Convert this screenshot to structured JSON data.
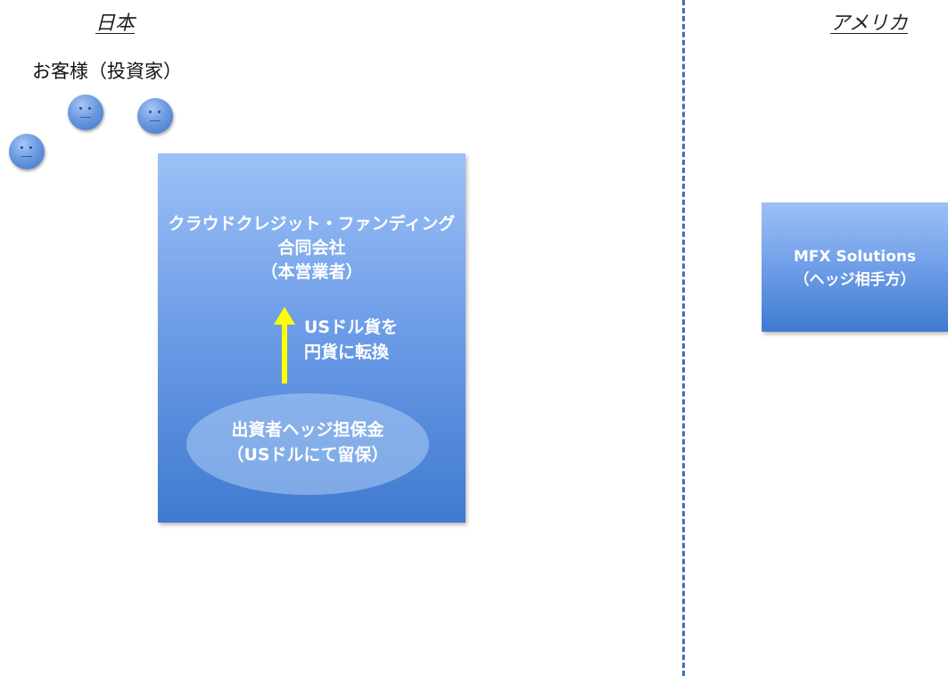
{
  "regions": {
    "japan": "日本",
    "usa": "アメリカ"
  },
  "customers": {
    "label": "お客様（投資家）",
    "icon": "person-face-icon"
  },
  "company": {
    "name_lines": [
      "クラウドクレジット・ファンディング",
      "合同会社",
      "（本営業者）"
    ],
    "conversion_lines": [
      "USドル貨を",
      "円貨に転換"
    ],
    "conversion_arrow_icon": "arrow-up-icon",
    "collateral_lines": [
      "出資者ヘッジ担保金",
      "（USドルにて留保）"
    ]
  },
  "hedge_counterparty": {
    "lines": [
      "MFX Solutions",
      "（ヘッジ相手方）"
    ]
  },
  "colors": {
    "box_top": "#9cc1f6",
    "box_bottom": "#3f7ad0",
    "arrow": "#ffff00",
    "divider": "#3f6fb6"
  }
}
